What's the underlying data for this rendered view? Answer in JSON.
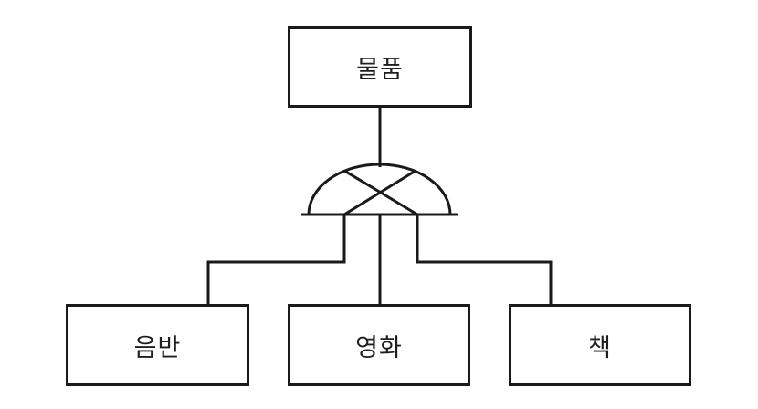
{
  "diagram": {
    "type": "hierarchy",
    "background_color": "#ffffff",
    "stroke_color": "#1a1a1a",
    "text_color": "#1f1f1f",
    "parent": {
      "label": "물품"
    },
    "symbol": {
      "name": "half-circle-x",
      "description": "semicircle (flat side down) with crossed diagonal lines - category/union specialization symbol"
    },
    "children": [
      {
        "label": "음반"
      },
      {
        "label": "영화"
      },
      {
        "label": "책"
      }
    ]
  }
}
